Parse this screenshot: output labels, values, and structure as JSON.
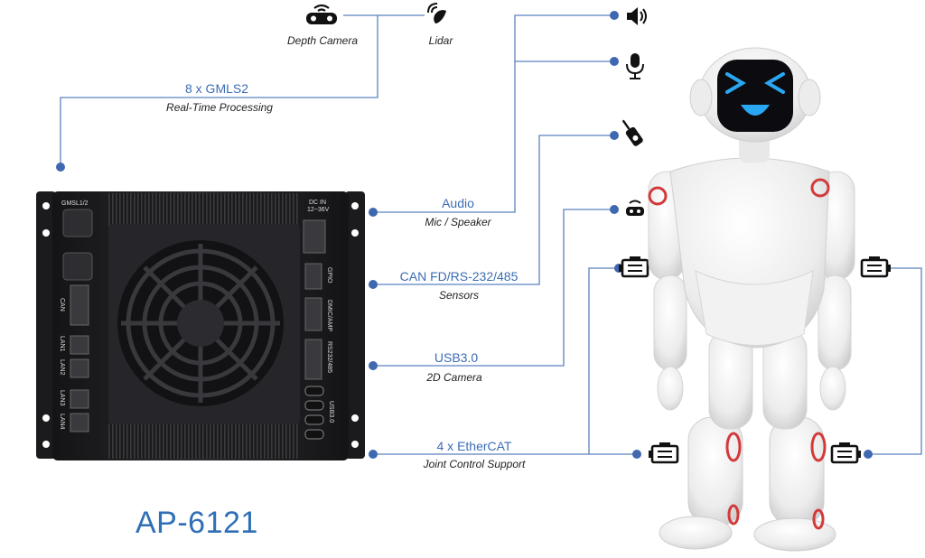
{
  "product": {
    "model": "AP-6121"
  },
  "sensors_top": [
    {
      "id": "depth",
      "label": "Depth Camera",
      "icon": "depth-camera-icon"
    },
    {
      "id": "lidar",
      "label": "Lidar",
      "icon": "lidar-icon"
    }
  ],
  "interfaces": [
    {
      "id": "gmsl",
      "label": "8 x GMLS2",
      "sub": "Real-Time Processing"
    },
    {
      "id": "audio",
      "label": "Audio",
      "sub": "Mic / Speaker"
    },
    {
      "id": "can",
      "label": "CAN FD/RS-232/485",
      "sub": "Sensors"
    },
    {
      "id": "usb",
      "label": "USB3.0",
      "sub": "2D Camera"
    },
    {
      "id": "ethercat",
      "label": "4 x EtherCAT",
      "sub": "Joint Control Support"
    }
  ],
  "right_icons": [
    "speaker-icon",
    "microphone-icon",
    "sensor-probe-icon",
    "camera-icon"
  ],
  "joint_icon": "servo-motor-icon",
  "ports": {
    "gmsl": "GMSL1/2",
    "dcin": "DC IN",
    "dcv": "12~36V",
    "can": "CAN",
    "lan1": "LAN1",
    "lan2": "LAN2",
    "lan3": "LAN3",
    "lan4": "LAN4",
    "gpio": "GPIO",
    "dmic": "DMIC/AMP",
    "rs": "RS232/485",
    "usb": "USB3.0"
  },
  "colors": {
    "accent": "#3b6db3",
    "line": "#5b82bf",
    "device": "#1f1f21",
    "robot_joint": "#d23a3a",
    "face": "#2aa7f2"
  }
}
